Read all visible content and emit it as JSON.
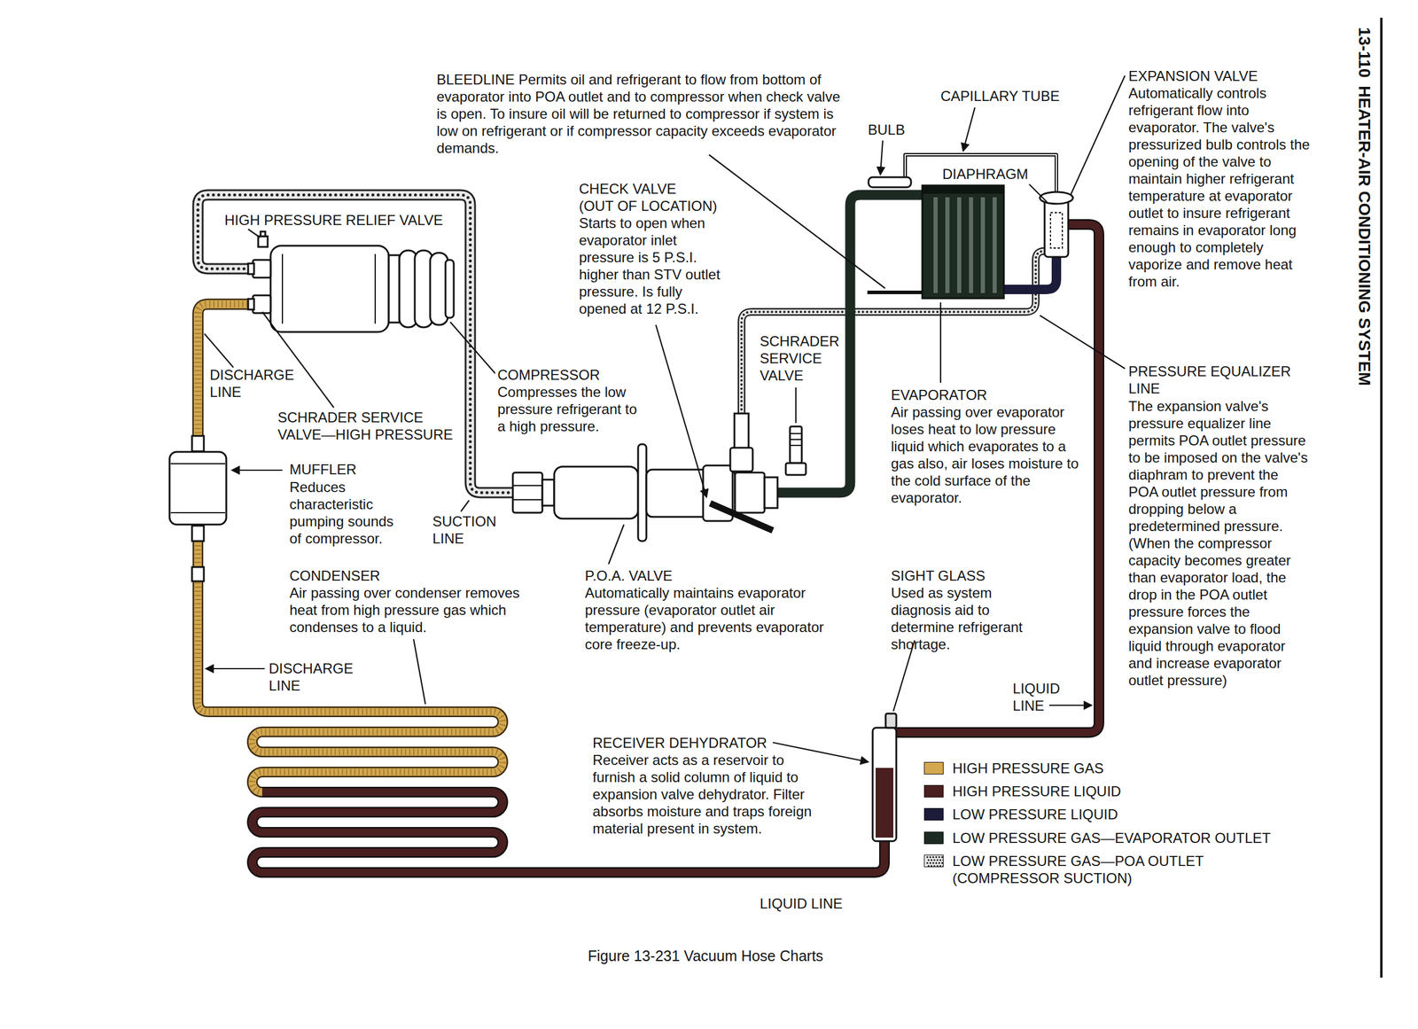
{
  "diagram": {
    "title": "HEATER-AIR CONDITIONING SYSTEM",
    "caption": "Figure 13-231 Vacuum Hose Charts",
    "labels": [
      "BLEEDLINE Permits oil and refrigerant to flow from bottom of evaporator into POA outlet and to compressor when check valve is open. To insure oil will be returned to compressor if system is low on refrigerant or if compressor capacity exceeds evaporator demands.",
      "CAPILLARY TUBE",
      "EXPANSION VALVE",
      "Automatically controls refrigerant flow into evaporator. The valve's pressurized bulb controls the opening of the valve to maintain higher refrigerant temperature at evaporator outlet to insure refrigerant remains in evaporator long enough to completely vaporize and remove heat from air.",
      "BULB",
      "DIAPHRAGM",
      "CHECK VALVE",
      "(OUT OF LOCATION)",
      "Starts to open when evaporator inlet pressure is 5 P.S.I. higher than STV outlet pressure. Is fully opened at 12 P.S.I.",
      "HIGH PRESSURE RELIEF VALVE",
      "SCHRADER SERVICE VALVE",
      "COMPRESSOR",
      "Compresses the low pressure refrigerant to a high pressure.",
      "DISCHARGE LINE",
      "SCHRADER SERVICE VALVE—HIGH PRESSURE",
      "EVAPORATOR",
      "Air passing over evaporator loses heat to low pressure liquid which evaporates to a gas also, air loses moisture to the cold surface of the evaporator.",
      "PRESSURE EQUALIZER LINE",
      "The expansion valve's pressure equalizer line permits POA outlet pressure to be imposed on the valve's diaphram to prevent the POA outlet pressure from dropping below a predetermined pressure. (When the compressor capacity becomes greater than evaporator load, the drop in the POA outlet pressure forces the expansion valve to flood liquid through evaporator and increase evaporator outlet pressure)",
      "MUFFLER",
      "Reduces characteristic pumping sounds of compressor.",
      "SUCTION LINE",
      "CONDENSER",
      "Air passing over condenser removes heat from high pressure gas which condenses to a liquid.",
      "P.O.A. VALVE",
      "Automatically maintains evaporator pressure (evaporator outlet air temperature) and prevents evaporator core freeze-up.",
      "SIGHT GLASS",
      "Used as system diagnosis aid to determine refrigerant shortage.",
      "DISCHARGE LINE",
      "LIQUID LINE",
      "RECEIVER DEHYDRATOR",
      "Receiver acts as a reservoir to furnish a solid column of liquid to expansion valve dehydrator. Filter absorbs moisture and traps foreign material present in system.",
      "LIQUID LINE",
      "13-110"
    ],
    "legend": [
      {
        "text": "HIGH PRESSURE GAS",
        "color": "#d4a84e"
      },
      {
        "text": "HIGH PRESSURE LIQUID",
        "color": "#4a1f1f"
      },
      {
        "text": "LOW PRESSURE LIQUID",
        "color": "#1c1c3a"
      },
      {
        "text": "LOW PRESSURE GAS—EVAPORATOR OUTLET",
        "color": "#1d2a22"
      },
      {
        "text": "LOW PRESSURE GAS—POA OUTLET (COMPRESSOR SUCTION)"
      }
    ]
  }
}
